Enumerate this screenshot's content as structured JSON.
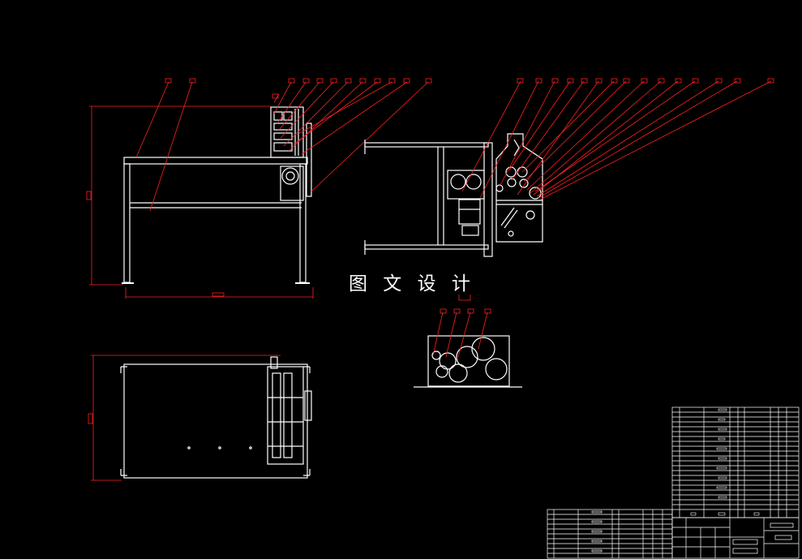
{
  "watermark": {
    "text": "图 文 设 计"
  },
  "colors": {
    "background": "#000000",
    "geometry": "#ffffff",
    "dimension": "#ff2020",
    "leader": "#ff2020"
  },
  "views": [
    {
      "name": "front-view"
    },
    {
      "name": "side-view"
    },
    {
      "name": "detail-view"
    },
    {
      "name": "top-view"
    }
  ],
  "title_block": {
    "name": "parts-list-and-title-block"
  }
}
